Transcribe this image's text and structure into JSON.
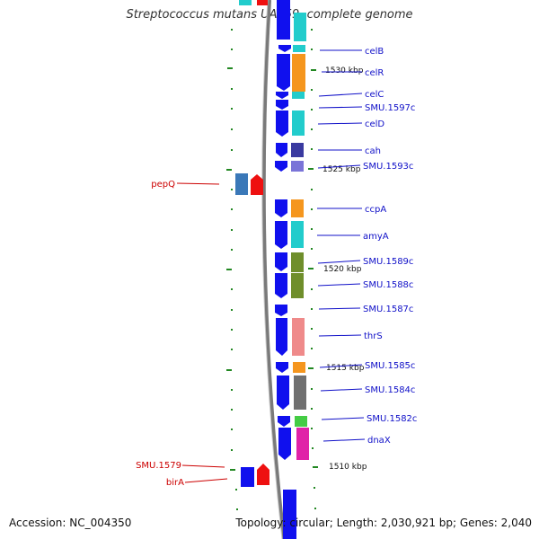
{
  "title": "Streptococcus mutans UA159, complete genome",
  "footer": {
    "accession": "Accession: NC_004350",
    "topology": "Topology: circular; Length: 2,030,921 bp; Genes: 2,040"
  },
  "colors": {
    "forward_strand": "#1010ee",
    "reverse_strand": "#ee1010",
    "right_label": "#1010c8",
    "left_label": "#cc0000",
    "tick": "#228822",
    "backbone": "#808080"
  },
  "scale_labels": [
    "1530 kbp",
    "1525 kbp",
    "1520 kbp",
    "1515 kbp",
    "1510 kbp"
  ],
  "right_genes": [
    "celB",
    "celR",
    "celC",
    "SMU.1597c",
    "celD",
    "cah",
    "SMU.1593c",
    "ccpA",
    "amyA",
    "SMU.1589c",
    "SMU.1588c",
    "SMU.1587c",
    "thrS",
    "SMU.1585c",
    "SMU.1584c",
    "SMU.1582c",
    "dnaX"
  ],
  "left_genes": [
    "pepQ",
    "SMU.1579",
    "birA"
  ]
}
